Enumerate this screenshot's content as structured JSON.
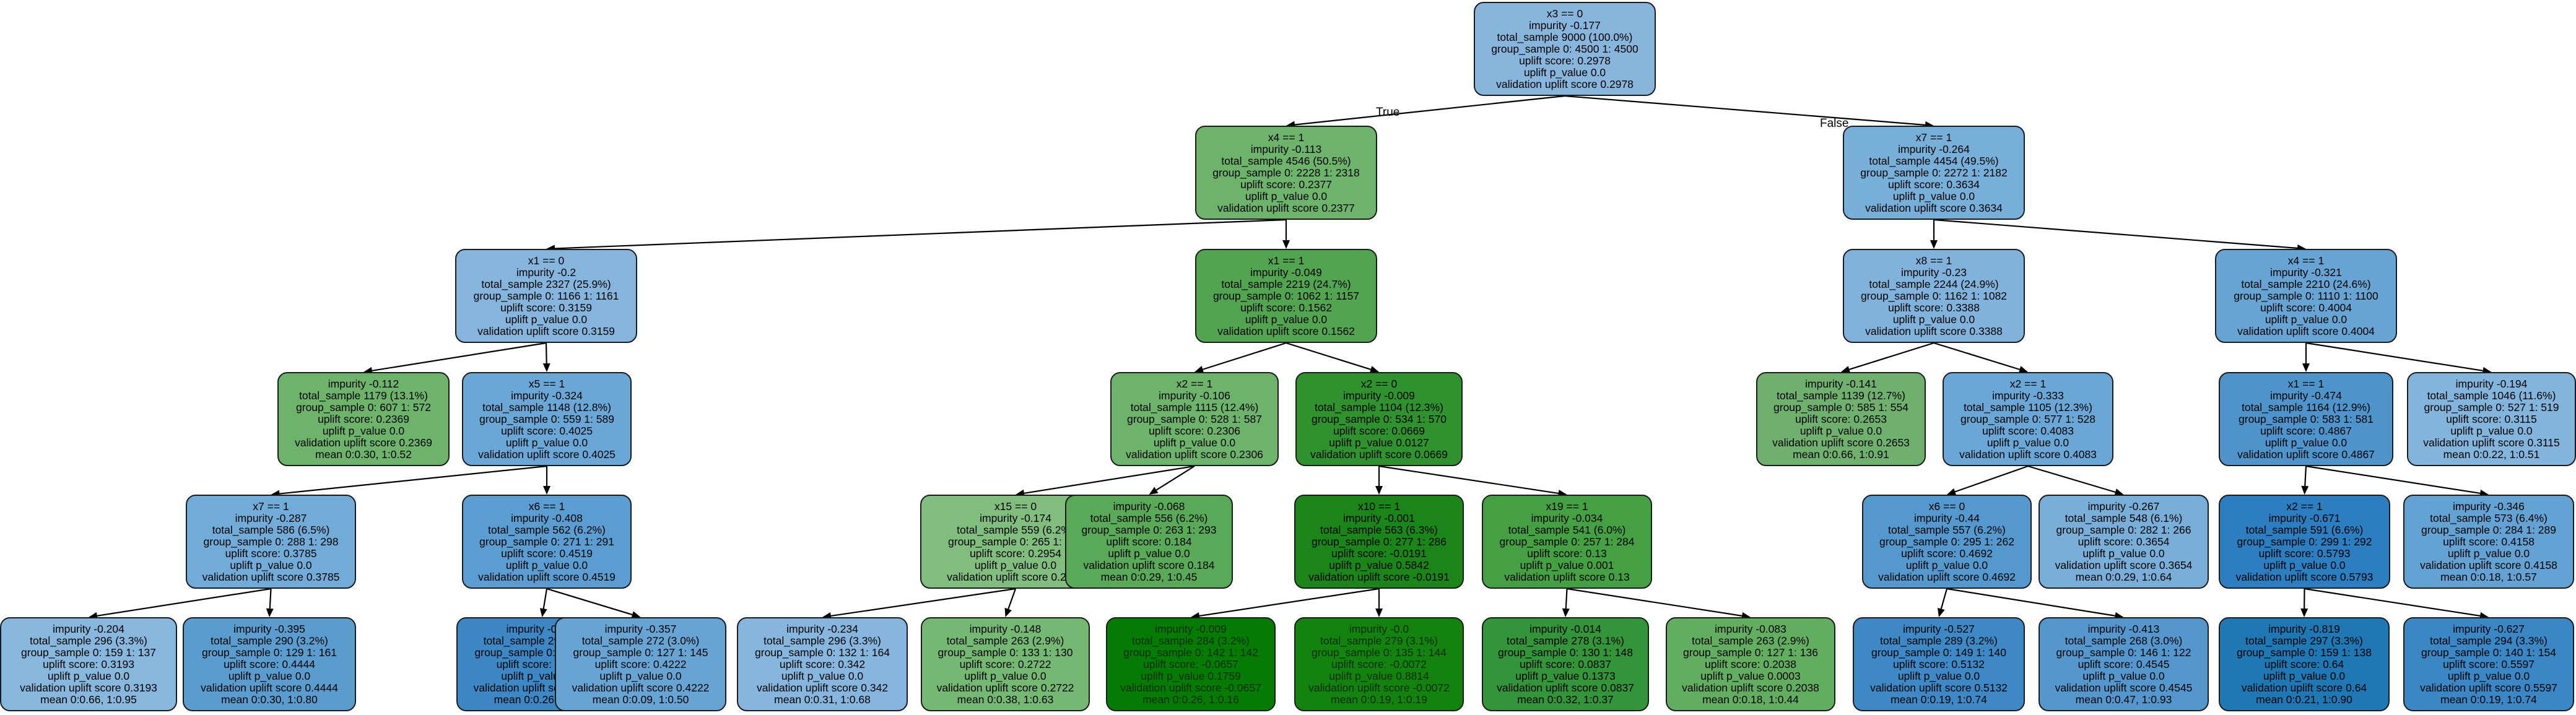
{
  "edge_labels": {
    "true_label": "True",
    "false_label": "False"
  },
  "colors": {
    "border": "#1b1b1b",
    "edge": "#000000"
  },
  "nodes": [
    {
      "id": "n0",
      "fill": "#88b5dc",
      "lines": [
        "x3 == 0",
        "impurity -0.177",
        "total_sample 9000 (100.0%)",
        "group_sample  0: 4500 1: 4500",
        "uplift score: 0.2978",
        "uplift p_value 0.0",
        "validation uplift score 0.2978"
      ]
    },
    {
      "id": "n1",
      "fill": "#6db36c",
      "lines": [
        "x4 == 1",
        "impurity -0.113",
        "total_sample 4546 (50.5%)",
        "group_sample  0: 2228 1: 2318",
        "uplift score: 0.2377",
        "uplift p_value 0.0",
        "validation uplift score 0.2377"
      ]
    },
    {
      "id": "n2",
      "fill": "#78afd9",
      "lines": [
        "x7 == 1",
        "impurity -0.264",
        "total_sample 4454 (49.5%)",
        "group_sample  0: 2272 1: 2182",
        "uplift score: 0.3634",
        "uplift p_value 0.0",
        "validation uplift score 0.3634"
      ]
    },
    {
      "id": "n3",
      "fill": "#85b5dc",
      "lines": [
        "x1 == 0",
        "impurity -0.2",
        "total_sample 2327 (25.9%)",
        "group_sample  0: 1166 1: 1161",
        "uplift score: 0.3159",
        "uplift p_value 0.0",
        "validation uplift score 0.3159"
      ]
    },
    {
      "id": "n4",
      "fill": "#52a450",
      "lines": [
        "x1 == 1",
        "impurity -0.049",
        "total_sample 2219 (24.7%)",
        "group_sample  0: 1062 1: 1157",
        "uplift score: 0.1562",
        "uplift p_value 0.0",
        "validation uplift score 0.1562"
      ]
    },
    {
      "id": "n5",
      "fill": "#80b2db",
      "lines": [
        "x8 == 1",
        "impurity -0.23",
        "total_sample 2244 (24.9%)",
        "group_sample  0: 1162 1: 1082",
        "uplift score: 0.3388",
        "uplift p_value 0.0",
        "validation uplift score 0.3388"
      ]
    },
    {
      "id": "n6",
      "fill": "#67a4d3",
      "lines": [
        "x4 == 1",
        "impurity -0.321",
        "total_sample 2210 (24.6%)",
        "group_sample  0: 1110 1: 1100",
        "uplift score: 0.4004",
        "uplift p_value 0.0",
        "validation uplift score 0.4004"
      ]
    },
    {
      "id": "n7",
      "fill": "#6db36c",
      "lines": [
        "impurity -0.112",
        "total_sample 1179 (13.1%)",
        "group_sample  0: 607 1: 572",
        "uplift score: 0.2369",
        "uplift p_value 0.0",
        "validation uplift score 0.2369",
        "mean 0:0.30, 1:0.52"
      ]
    },
    {
      "id": "n8",
      "fill": "#6aa6d6",
      "lines": [
        "x5 == 1",
        "impurity -0.324",
        "total_sample 1148 (12.8%)",
        "group_sample  0: 559 1: 589",
        "uplift score: 0.4025",
        "uplift p_value 0.0",
        "validation uplift score 0.4025"
      ]
    },
    {
      "id": "n9",
      "fill": "#6db36c",
      "lines": [
        "x2 == 1",
        "impurity -0.106",
        "total_sample 1115 (12.4%)",
        "group_sample  0: 528 1: 587",
        "uplift score: 0.2306",
        "uplift p_value 0.0",
        "validation uplift score 0.2306"
      ]
    },
    {
      "id": "n10",
      "fill": "#2f922e",
      "lines": [
        "x2 == 0",
        "impurity -0.009",
        "total_sample 1104 (12.3%)",
        "group_sample  0: 534 1: 570",
        "uplift score: 0.0669",
        "uplift p_value 0.0127",
        "validation uplift score 0.0669"
      ]
    },
    {
      "id": "n11",
      "fill": "#70b06f",
      "lines": [
        "impurity -0.141",
        "total_sample 1139 (12.7%)",
        "group_sample  0: 585 1: 554",
        "uplift score: 0.2653",
        "uplift p_value 0.0",
        "validation uplift score 0.2653",
        "mean 0:0.66, 1:0.91"
      ]
    },
    {
      "id": "n12",
      "fill": "#6aa6d6",
      "lines": [
        "x2 == 1",
        "impurity -0.333",
        "total_sample 1105 (12.3%)",
        "group_sample  0: 577 1: 528",
        "uplift score: 0.4083",
        "uplift p_value 0.0",
        "validation uplift score 0.4083"
      ]
    },
    {
      "id": "n13",
      "fill": "#4f93cb",
      "lines": [
        "x1 == 1",
        "impurity -0.474",
        "total_sample 1164 (12.9%)",
        "group_sample  0: 583 1: 581",
        "uplift score: 0.4867",
        "uplift p_value 0.0",
        "validation uplift score 0.4867"
      ]
    },
    {
      "id": "n14",
      "fill": "#82b4dc",
      "lines": [
        "impurity -0.194",
        "total_sample 1046 (11.6%)",
        "group_sample  0: 527 1: 519",
        "uplift score: 0.3115",
        "uplift p_value 0.0",
        "validation uplift score 0.3115",
        "mean 0:0.22, 1:0.51"
      ]
    },
    {
      "id": "n15",
      "fill": "#73abd8",
      "lines": [
        "x7 == 1",
        "impurity -0.287",
        "total_sample 586 (6.5%)",
        "group_sample  0: 288 1: 298",
        "uplift score: 0.3785",
        "uplift p_value 0.0",
        "validation uplift score 0.3785"
      ]
    },
    {
      "id": "n16",
      "fill": "#5b9dd0",
      "lines": [
        "x6 == 1",
        "impurity -0.408",
        "total_sample 562 (6.2%)",
        "group_sample  0: 271 1: 291",
        "uplift score: 0.4519",
        "uplift p_value 0.0",
        "validation uplift score 0.4519"
      ]
    },
    {
      "id": "n17",
      "fill": "#80bd7f",
      "lines": [
        "x15 == 0",
        "impurity -0.174",
        "total_sample 559 (6.2%)",
        "group_sample  0: 265 1: 294",
        "uplift score: 0.2954",
        "uplift p_value 0.0",
        "validation uplift score 0.2954"
      ]
    },
    {
      "id": "n18",
      "fill": "#5aa958",
      "lines": [
        "impurity -0.068",
        "total_sample 556 (6.2%)",
        "group_sample  0: 263 1: 293",
        "uplift score: 0.184",
        "uplift p_value 0.0",
        "validation uplift score 0.184",
        "mean 0:0.29, 1:0.45"
      ]
    },
    {
      "id": "n19",
      "fill": "#1b851a",
      "lines": [
        "x10 == 1",
        "impurity -0.001",
        "total_sample 563 (6.3%)",
        "group_sample  0: 277 1: 286",
        "uplift score: -0.0191",
        "uplift p_value 0.5842",
        "validation uplift score -0.0191"
      ]
    },
    {
      "id": "n20",
      "fill": "#44a042",
      "lines": [
        "x19 == 1",
        "impurity -0.034",
        "total_sample 541 (6.0%)",
        "group_sample  0: 257 1: 284",
        "uplift score: 0.13",
        "uplift p_value 0.001",
        "validation uplift score 0.13"
      ]
    },
    {
      "id": "n21",
      "fill": "#5598cd",
      "lines": [
        "x6 == 0",
        "impurity -0.44",
        "total_sample 557 (6.2%)",
        "group_sample  0: 295 1: 262",
        "uplift score: 0.4692",
        "uplift p_value 0.0",
        "validation uplift score 0.4692"
      ]
    },
    {
      "id": "n22",
      "fill": "#79aed9",
      "lines": [
        "impurity -0.267",
        "total_sample 548 (6.1%)",
        "group_sample  0: 282 1: 266",
        "uplift score: 0.3654",
        "uplift p_value 0.0",
        "validation uplift score 0.3654",
        "mean 0:0.29, 1:0.64"
      ]
    },
    {
      "id": "n23",
      "fill": "#2d7ec0",
      "lines": [
        "x2 == 1",
        "impurity -0.671",
        "total_sample 591 (6.6%)",
        "group_sample  0: 299 1: 292",
        "uplift score: 0.5793",
        "uplift p_value 0.0",
        "validation uplift score 0.5793"
      ]
    },
    {
      "id": "n24",
      "fill": "#64a2d4",
      "lines": [
        "impurity -0.346",
        "total_sample 573 (6.4%)",
        "group_sample  0: 284 1: 289",
        "uplift score: 0.4158",
        "uplift p_value 0.0",
        "validation uplift score 0.4158",
        "mean 0:0.18, 1:0.57"
      ]
    },
    {
      "id": "n25",
      "fill": "#87b7dd",
      "lines": [
        "impurity -0.204",
        "total_sample 296 (3.3%)",
        "group_sample  0: 159 1: 137",
        "uplift score: 0.3193",
        "uplift p_value 0.0",
        "validation uplift score 0.3193",
        "mean 0:0.66, 1:0.95"
      ]
    },
    {
      "id": "n26",
      "fill": "#5b9ccf",
      "lines": [
        "impurity -0.395",
        "total_sample 290 (3.2%)",
        "group_sample  0: 129 1: 161",
        "uplift score: 0.4444",
        "uplift p_value 0.0",
        "validation uplift score 0.4444",
        "mean 0:0.30, 1:0.80"
      ]
    },
    {
      "id": "n27",
      "fill": "#3d87c5",
      "lines": [
        "impurity -0.514",
        "total_sample 290 (3.2%)",
        "group_sample  0: 144 1: 146",
        "uplift score: 0.5069",
        "uplift p_value 0.0",
        "validation uplift score 0.5069",
        "mean 0:0.26, 1:0.81"
      ]
    },
    {
      "id": "n28",
      "fill": "#67a4d4",
      "lines": [
        "impurity -0.357",
        "total_sample 272 (3.0%)",
        "group_sample  0: 127 1: 145",
        "uplift score: 0.4222",
        "uplift p_value 0.0",
        "validation uplift score 0.4222",
        "mean 0:0.09, 1:0.50"
      ]
    },
    {
      "id": "n29",
      "fill": "#86b6dd",
      "lines": [
        "impurity -0.234",
        "total_sample 296 (3.3%)",
        "group_sample  0: 132 1: 164",
        "uplift score: 0.342",
        "uplift p_value 0.0",
        "validation uplift score 0.342",
        "mean 0:0.31, 1:0.68"
      ]
    },
    {
      "id": "n30",
      "fill": "#75b873",
      "lines": [
        "impurity -0.148",
        "total_sample 263 (2.9%)",
        "group_sample  0: 133 1: 130",
        "uplift score: 0.2722",
        "uplift p_value 0.0",
        "validation uplift score 0.2722",
        "mean 0:0.38, 1:0.63"
      ]
    },
    {
      "id": "n31",
      "fill": "#067b04",
      "lines": [
        "impurity -0.009",
        "total_sample 284 (3.2%)",
        "group_sample  0: 142 1: 142",
        "uplift score: -0.0657",
        "uplift p_value 0.1759",
        "validation uplift score -0.0657",
        "mean 0:0.26, 1:0.16"
      ]
    },
    {
      "id": "n32",
      "fill": "#13820f",
      "lines": [
        "impurity -0.0",
        "total_sample 279 (3.1%)",
        "group_sample  0: 135 1: 144",
        "uplift score: -0.0072",
        "uplift p_value 0.8814",
        "validation uplift score -0.0072",
        "mean 0:0.19, 1:0.19"
      ]
    },
    {
      "id": "n33",
      "fill": "#34943a",
      "lines": [
        "impurity -0.014",
        "total_sample 278 (3.1%)",
        "group_sample  0: 130 1: 148",
        "uplift score: 0.0837",
        "uplift p_value 0.1373",
        "validation uplift score 0.0837",
        "mean 0:0.32, 1:0.37"
      ]
    },
    {
      "id": "n34",
      "fill": "#63ad60",
      "lines": [
        "impurity -0.083",
        "total_sample 263 (2.9%)",
        "group_sample  0: 127 1: 136",
        "uplift score: 0.2038",
        "uplift p_value 0.0003",
        "validation uplift score 0.2038",
        "mean 0:0.18, 1:0.44"
      ]
    },
    {
      "id": "n35",
      "fill": "#3d88c5",
      "lines": [
        "impurity -0.527",
        "total_sample 289 (3.2%)",
        "group_sample  0: 149 1: 140",
        "uplift score: 0.5132",
        "uplift p_value 0.0",
        "validation uplift score 0.5132",
        "mean 0:0.19, 1:0.74"
      ]
    },
    {
      "id": "n36",
      "fill": "#5597cd",
      "lines": [
        "impurity -0.413",
        "total_sample 268 (3.0%)",
        "group_sample  0: 146 1: 122",
        "uplift score: 0.4545",
        "uplift p_value 0.0",
        "validation uplift score 0.4545",
        "mean 0:0.47, 1:0.93"
      ]
    },
    {
      "id": "n37",
      "fill": "#1f77b4",
      "lines": [
        "impurity -0.819",
        "total_sample 297 (3.3%)",
        "group_sample  0: 159 1: 138",
        "uplift score: 0.64",
        "uplift p_value 0.0",
        "validation uplift score 0.64",
        "mean 0:0.21, 1:0.90"
      ]
    },
    {
      "id": "n38",
      "fill": "#3b86c4",
      "lines": [
        "impurity -0.627",
        "total_sample 294 (3.3%)",
        "group_sample  0: 140 1: 154",
        "uplift score: 0.5597",
        "uplift p_value 0.0",
        "validation uplift score 0.5597",
        "mean 0:0.19, 1:0.74"
      ]
    }
  ]
}
